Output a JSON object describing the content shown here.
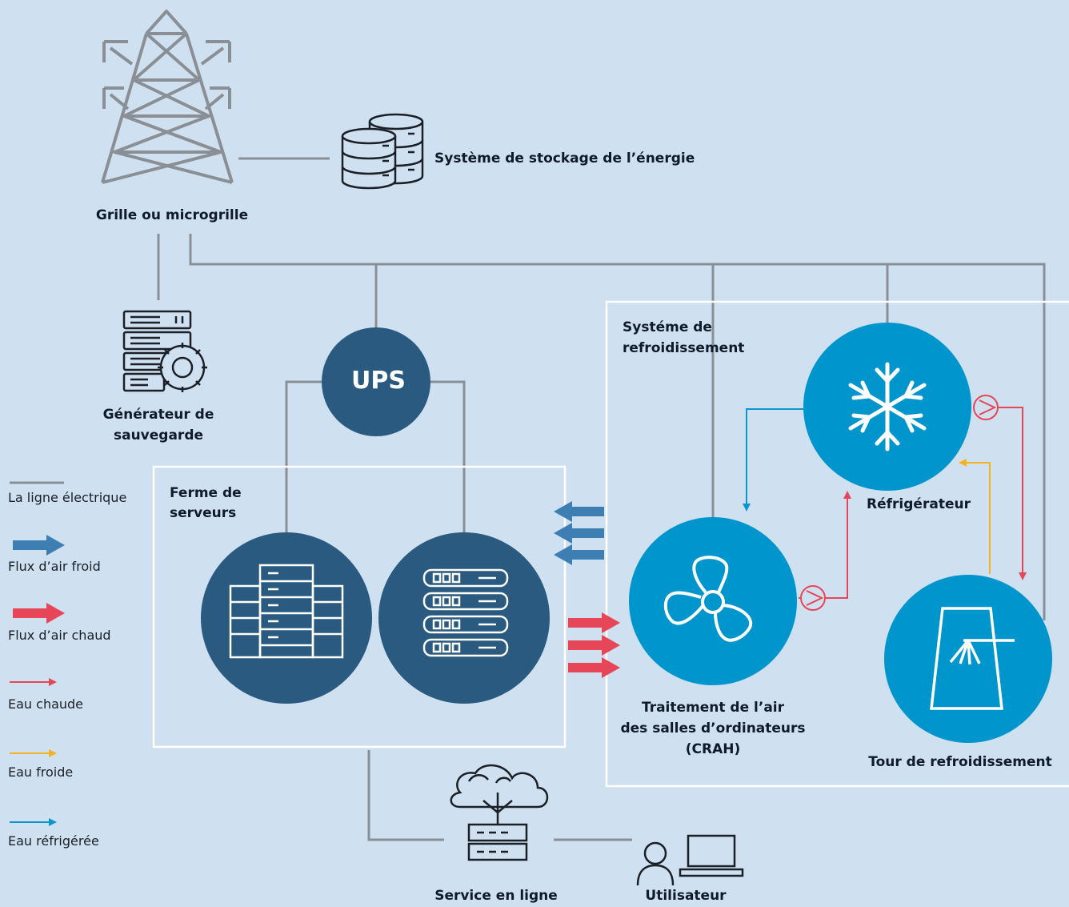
{
  "labels": {
    "grid": "Grille ou microgrille",
    "storage": "Système de stockage de l’énergie",
    "generator_line1": "Générateur de",
    "generator_line2": "sauvegarde",
    "ups": "UPS",
    "server_farm_line1": "Ferme de",
    "server_farm_line2": "serveurs",
    "cooling_system_line1": "Systéme de",
    "cooling_system_line2": "refroidissement",
    "chiller": "Réfrigérateur",
    "crah_line1": "Traitement de l’air",
    "crah_line2": "des salles d’ordinateurs",
    "crah_line3": "(CRAH)",
    "cooling_tower": "Tour de refroidissement",
    "online_service": "Service en ligne",
    "user": "Utilisateur"
  },
  "legend": [
    {
      "label": "La ligne électrique",
      "color": "#8a8f96",
      "icon": "power-line"
    },
    {
      "label": "Flux d’air froid",
      "color": "#3d7fb3",
      "icon": "thick-arrow"
    },
    {
      "label": "Flux d’air chaud",
      "color": "#e64657",
      "icon": "thick-arrow"
    },
    {
      "label": "Eau chaude",
      "color": "#e64657",
      "icon": "thin-arrow"
    },
    {
      "label": "Eau froide",
      "color": "#f4b221",
      "icon": "thin-arrow"
    },
    {
      "label": "Eau réfrigérée",
      "color": "#0d95d0",
      "icon": "thin-arrow"
    }
  ],
  "colors": {
    "background": "#cfe1f0",
    "dark_circle": "#2a5a80",
    "light_circle": "#0095cc",
    "line": "#8a8f96",
    "hot": "#e64657",
    "cold_air": "#3d7fb3",
    "warm_water": "#f4b221",
    "chilled_water": "#0d95d0"
  }
}
